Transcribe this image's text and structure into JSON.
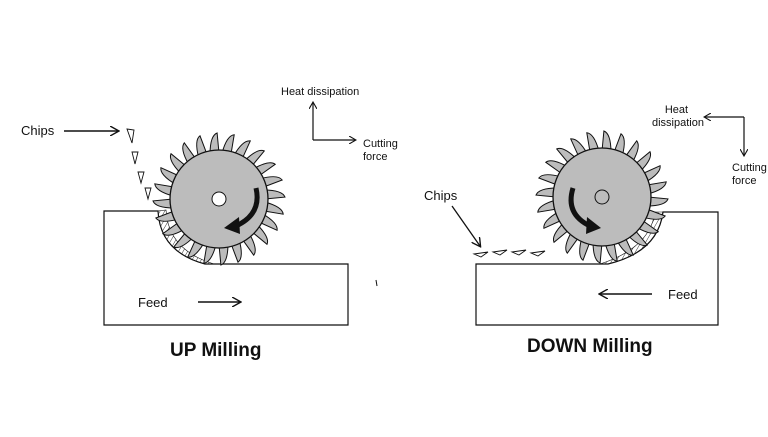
{
  "colors": {
    "cutter": "#bcbcbc",
    "ink": "#111111",
    "background": "#ffffff"
  },
  "up": {
    "title": "UP Milling",
    "chips_label": "Chips",
    "feed_label": "Feed",
    "heat_label": "Heat dissipation",
    "force_label_1": "Cutting",
    "force_label_2": "force"
  },
  "down": {
    "title": "DOWN Milling",
    "chips_label": "Chips",
    "feed_label": "Feed",
    "heat_label_1": "Heat",
    "heat_label_2": "dissipation",
    "force_label_1": "Cutting",
    "force_label_2": "force"
  }
}
